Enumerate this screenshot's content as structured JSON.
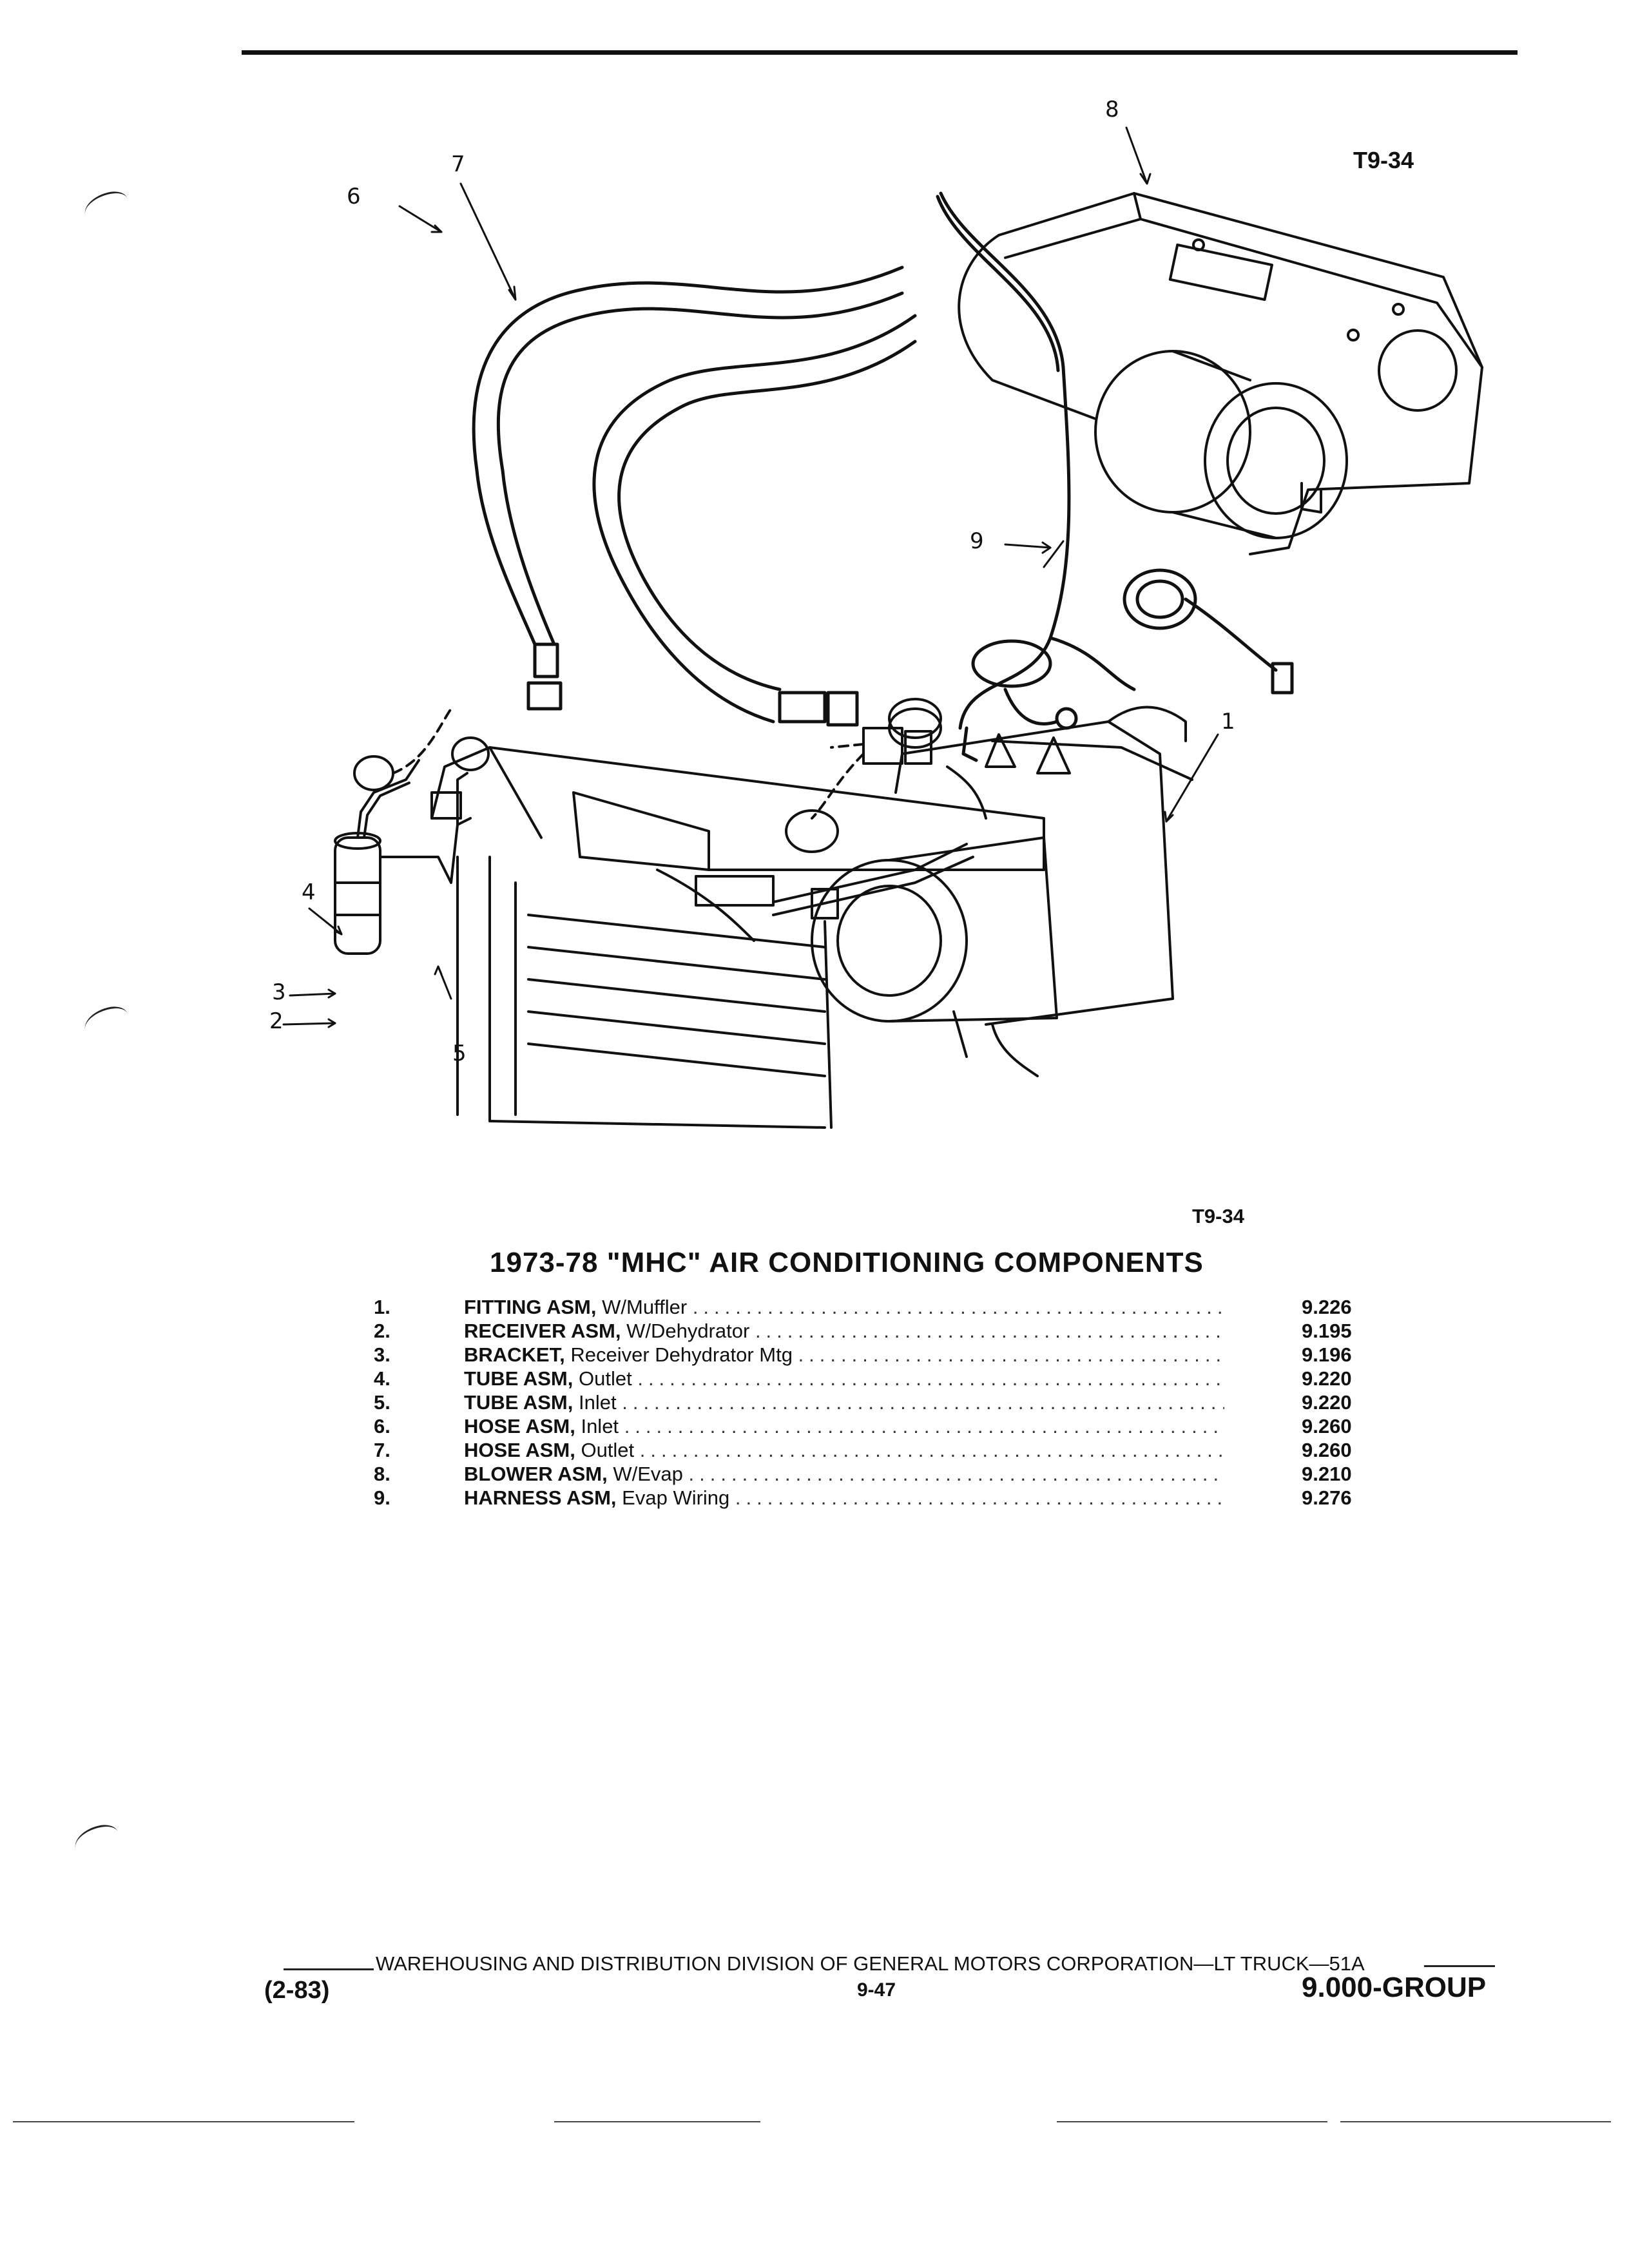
{
  "figure": {
    "ref_top": "T9-34",
    "ref_bottom": "T9-34",
    "callouts": [
      "1",
      "2",
      "3",
      "4",
      "5",
      "6",
      "7",
      "8",
      "9"
    ]
  },
  "section_title": "1973-78 \"MHC\" AIR CONDITIONING COMPONENTS",
  "parts": [
    {
      "num": "1.",
      "name": "FITTING ASM,",
      "desc": "W/Muffler",
      "code": "9.226"
    },
    {
      "num": "2.",
      "name": "RECEIVER ASM,",
      "desc": "W/Dehydrator",
      "code": "9.195"
    },
    {
      "num": "3.",
      "name": "BRACKET,",
      "desc": "Receiver Dehydrator Mtg",
      "code": "9.196"
    },
    {
      "num": "4.",
      "name": "TUBE ASM,",
      "desc": "Outlet",
      "code": "9.220"
    },
    {
      "num": "5.",
      "name": "TUBE ASM,",
      "desc": "Inlet",
      "code": "9.220"
    },
    {
      "num": "6.",
      "name": "HOSE ASM,",
      "desc": "Inlet",
      "code": "9.260"
    },
    {
      "num": "7.",
      "name": "HOSE ASM,",
      "desc": "Outlet",
      "code": "9.260"
    },
    {
      "num": "8.",
      "name": "BLOWER ASM,",
      "desc": "W/Evap",
      "code": "9.210"
    },
    {
      "num": "9.",
      "name": "HARNESS ASM,",
      "desc": "Evap Wiring",
      "code": "9.276"
    }
  ],
  "footer": {
    "publisher": "WAREHOUSING AND DISTRIBUTION  DIVISION OF GENERAL MOTORS CORPORATION—LT TRUCK—51A",
    "date_code": "(2-83)",
    "page_number": "9-47",
    "group": "9.000-GROUP"
  }
}
